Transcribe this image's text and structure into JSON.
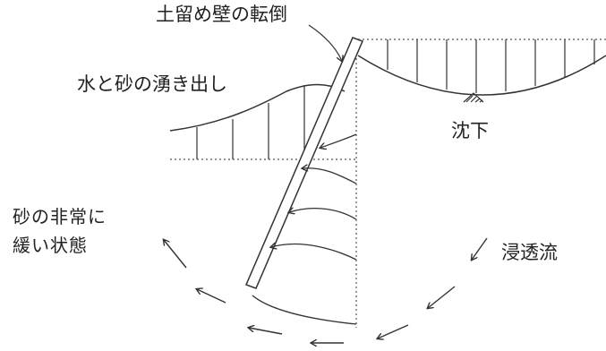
{
  "labels": {
    "wall_overturn": "土留め壁の転倒",
    "water_sand_boil": "水と砂の湧き出し",
    "settlement": "沈下",
    "loose_sand_line1": "砂の非常に",
    "loose_sand_line2": "緩い状態",
    "seepage_flow": "浸透流"
  },
  "colors": {
    "line": "#333333",
    "dotted": "#555555",
    "wall_fill": "#ffffff",
    "background": "#ffffff"
  },
  "icons": {
    "settlement_marker": "hatched-triangle",
    "flow_arrow": "arrow",
    "overturn_pointer": "leader-arrow"
  }
}
